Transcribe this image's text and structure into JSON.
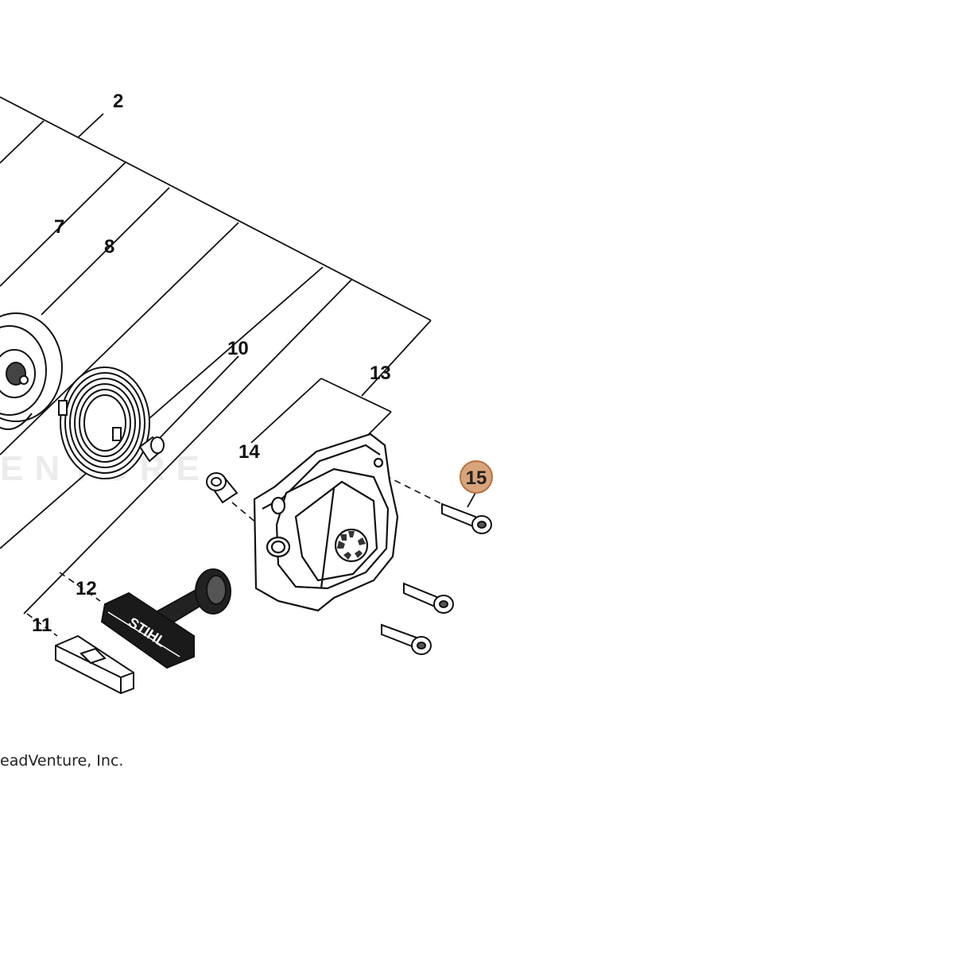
{
  "callouts": {
    "c2": "2",
    "c7": "7",
    "c8": "8",
    "c10": "10",
    "c11": "11",
    "c12": "12",
    "c13": "13",
    "c14": "14",
    "c15": "15"
  },
  "highlight": {
    "part": "15",
    "fill": "#d9a47a",
    "stroke": "#b8703f"
  },
  "watermark": {
    "text": "ENTURE"
  },
  "handle_text": "STIHL",
  "copyright": "eadVenture, Inc."
}
